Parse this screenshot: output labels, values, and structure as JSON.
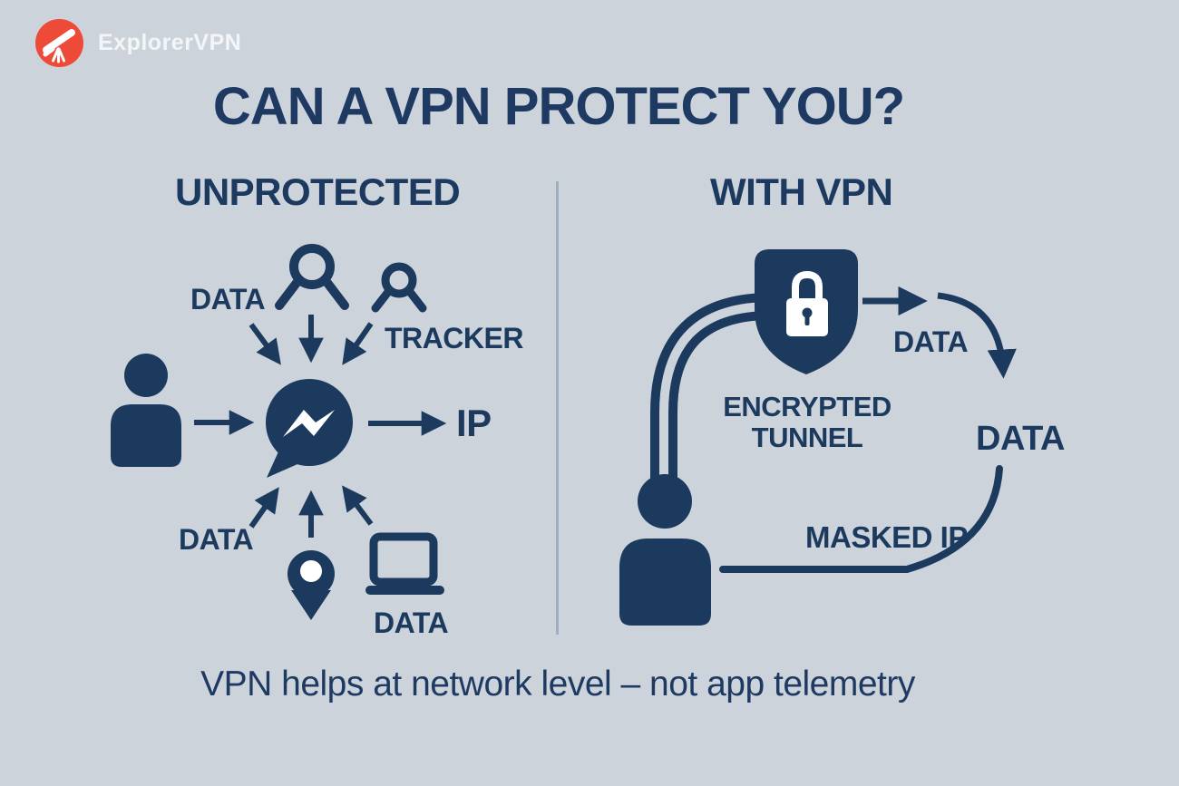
{
  "colors": {
    "background": "#cdd3da",
    "navy": "#1b3a5e",
    "logo_red": "#ee4a38",
    "divider": "#9fafbf",
    "lock_white": "#ffffff"
  },
  "header": {
    "brand": "ExplorerVPN",
    "logo_icon": "telescope-icon"
  },
  "title": "CAN A VPN PROTECT YOU?",
  "panels": {
    "unprotected": {
      "heading": "UNPROTECTED",
      "labels": {
        "data_top": "DATA",
        "tracker": "TRACKER",
        "ip": "IP",
        "data_left": "DATA",
        "data_bottom": "DATA"
      },
      "icons": [
        "tracker-large-icon",
        "tracker-small-icon",
        "user-icon",
        "messenger-app-icon",
        "location-pin-icon",
        "laptop-icon"
      ]
    },
    "with_vpn": {
      "heading": "WITH VPN",
      "labels": {
        "encrypted_tunnel_line1": "ENCRYPTED",
        "encrypted_tunnel_line2": "TUNNEL",
        "data_out": "DATA",
        "data_down": "DATA",
        "masked_ip": "MASKED IP"
      },
      "icons": [
        "shield-lock-icon",
        "encrypted-tunnel-pipe",
        "user-icon"
      ]
    }
  },
  "caption": "VPN helps at network level – not app telemetry"
}
